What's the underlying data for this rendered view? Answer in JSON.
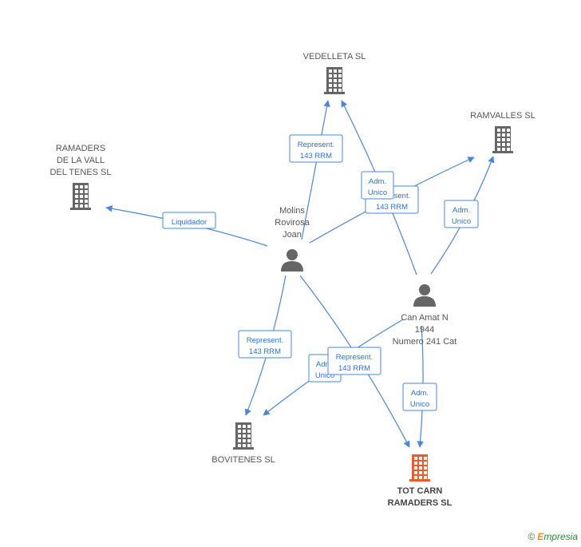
{
  "colors": {
    "edge": "#4a86d9",
    "node": "#666666",
    "main_node": "#f05a28",
    "label": "#555555"
  },
  "nodes": [
    {
      "id": "vedelleta",
      "kind": "company",
      "lines": [
        "VEDELLETA SL"
      ]
    },
    {
      "id": "ramvalles",
      "kind": "company",
      "lines": [
        "RAMVALLES SL"
      ]
    },
    {
      "id": "ramaders_vall",
      "kind": "company",
      "lines": [
        "RAMADERS",
        "DE LA VALL",
        "DEL TENES SL"
      ]
    },
    {
      "id": "molins",
      "kind": "person",
      "lines": [
        "Molins",
        "Rovirosa",
        "Joan"
      ]
    },
    {
      "id": "can_amat",
      "kind": "person",
      "lines": [
        "Can Amat N",
        "1944",
        "Numero 241 Cat"
      ]
    },
    {
      "id": "bovitenes",
      "kind": "company",
      "lines": [
        "BOVITENES SL"
      ]
    },
    {
      "id": "tot_carn",
      "kind": "company",
      "main": true,
      "lines": [
        "TOT CARN",
        "RAMADERS SL"
      ]
    }
  ],
  "edges": [
    {
      "id": "molins-vedelleta",
      "from": "molins",
      "to": "vedelleta",
      "label": [
        "Represent.",
        "143 RRM"
      ]
    },
    {
      "id": "molins-ramaders",
      "from": "molins",
      "to": "ramaders_vall",
      "label": [
        "Liquidador"
      ]
    },
    {
      "id": "molins-ramvalles",
      "from": "molins",
      "to": "ramvalles",
      "label": [
        "Represent.",
        "143 RRM"
      ]
    },
    {
      "id": "canamat-vedelleta",
      "from": "can_amat",
      "to": "vedelleta",
      "label": [
        "Adm.",
        "Unico"
      ]
    },
    {
      "id": "canamat-ramvalles",
      "from": "can_amat",
      "to": "ramvalles",
      "label": [
        "Adm.",
        "Unico"
      ]
    },
    {
      "id": "molins-bovitenes",
      "from": "molins",
      "to": "bovitenes",
      "label": [
        "Represent.",
        "143 RRM"
      ]
    },
    {
      "id": "canamat-bovitenes",
      "from": "can_amat",
      "to": "bovitenes",
      "label": [
        "Adm.",
        "Unico"
      ]
    },
    {
      "id": "molins-totcarn",
      "from": "molins",
      "to": "tot_carn",
      "label": [
        "Represent.",
        "143 RRM"
      ]
    },
    {
      "id": "canamat-totcarn",
      "from": "can_amat",
      "to": "tot_carn",
      "label": [
        "Adm.",
        "Unico"
      ]
    }
  ],
  "watermark": {
    "copyright": "©",
    "brand_first": "E",
    "brand_rest": "mpresia"
  }
}
